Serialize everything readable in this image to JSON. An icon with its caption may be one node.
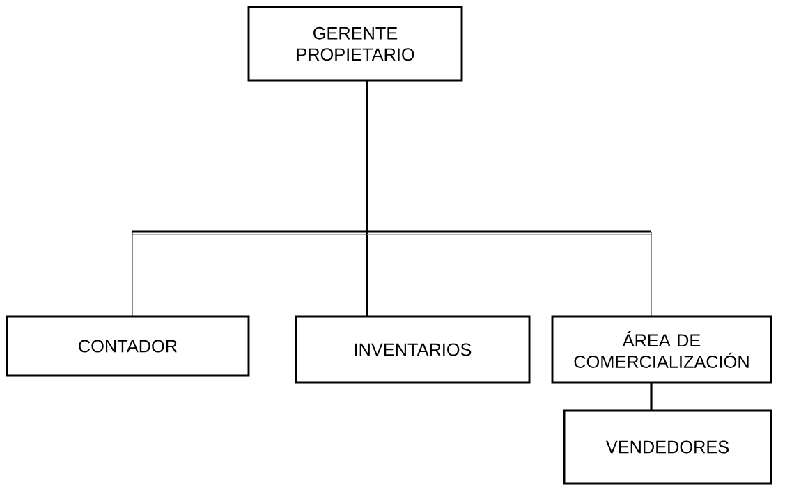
{
  "diagram": {
    "nodes": [
      {
        "text": [
          "GERENTE PROPIETARIO"
        ]
      },
      {
        "text": [
          "CONTADOR"
        ]
      },
      {
        "text": [
          "INVENTARIOS"
        ]
      },
      {
        "text": [
          "ÁREA DE COMERCIALIZACIÓN"
        ]
      },
      {
        "text": [
          "VENDEDORES"
        ]
      }
    ],
    "edges": [
      {
        "from": 0,
        "to": 1,
        "arrow": "none"
      },
      {
        "from": 0,
        "to": 2,
        "arrow": "none"
      },
      {
        "from": 0,
        "to": 3,
        "arrow": "none"
      },
      {
        "from": 3,
        "to": 4,
        "arrow": "none"
      }
    ]
  }
}
